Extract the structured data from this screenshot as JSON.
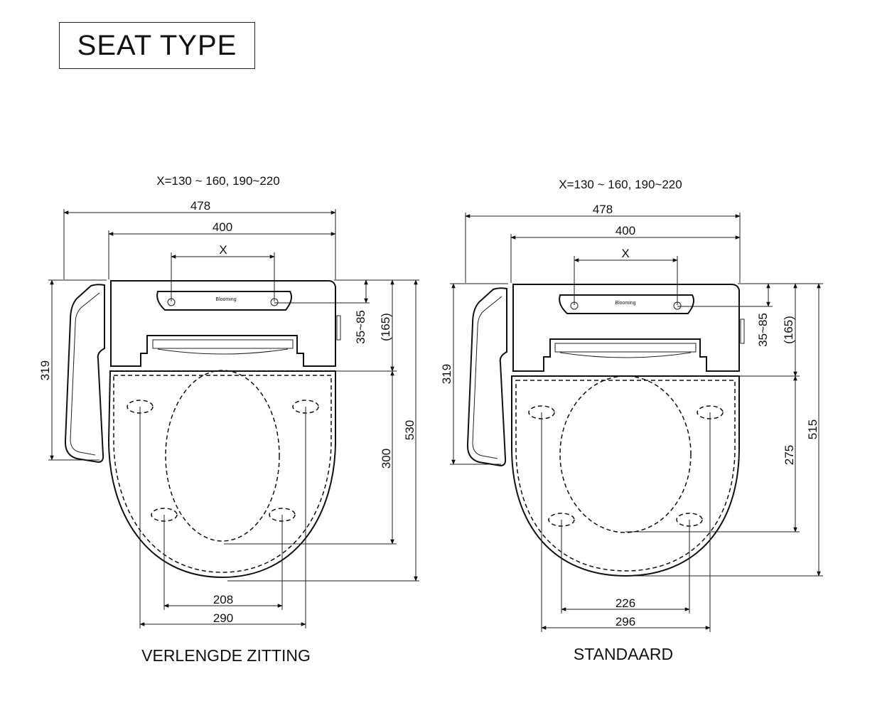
{
  "title": "SEAT TYPE",
  "logo_text": "Blooming",
  "left": {
    "formula": "X=130 ~ 160, 190~220",
    "width_total": "478",
    "width_mount": "400",
    "width_x": "X",
    "height_side": "319",
    "hole_offset": "35~85",
    "hole_ref": "(165)",
    "seat_length": "300",
    "total_length": "530",
    "pad_front": "208",
    "pad_side": "290",
    "caption": "VERLENGDE ZITTING"
  },
  "right": {
    "formula": "X=130 ~ 160, 190~220",
    "width_total": "478",
    "width_mount": "400",
    "width_x": "X",
    "height_side": "319",
    "hole_offset": "35~85",
    "hole_ref": "(165)",
    "seat_length": "275",
    "total_length": "515",
    "pad_front": "226",
    "pad_side": "296",
    "caption": "STANDAARD"
  }
}
